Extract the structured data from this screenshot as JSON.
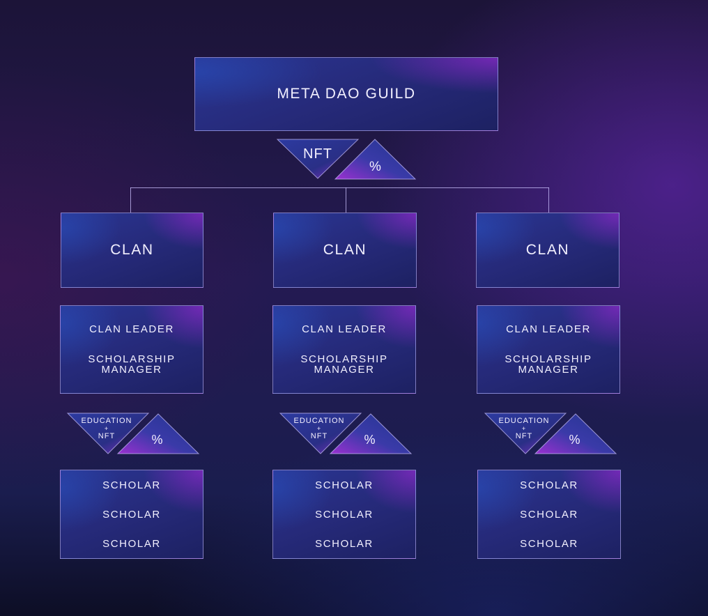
{
  "title": "META DAO GUILD",
  "top_exchange": {
    "down_label": "NFT",
    "up_label": "%"
  },
  "clans": [
    {
      "name": "CLAN",
      "roles": [
        "CLAN LEADER",
        "SCHOLARSHIP MANAGER"
      ],
      "exchange": {
        "down_label_lines": [
          "EDUCATION",
          "+",
          "NFT"
        ],
        "up_label": "%"
      },
      "scholars": [
        "SCHOLAR",
        "SCHOLAR",
        "SCHOLAR"
      ]
    },
    {
      "name": "CLAN",
      "roles": [
        "CLAN LEADER",
        "SCHOLARSHIP MANAGER"
      ],
      "exchange": {
        "down_label_lines": [
          "EDUCATION",
          "+",
          "NFT"
        ],
        "up_label": "%"
      },
      "scholars": [
        "SCHOLAR",
        "SCHOLAR",
        "SCHOLAR"
      ]
    },
    {
      "name": "CLAN",
      "roles": [
        "CLAN LEADER",
        "SCHOLARSHIP MANAGER"
      ],
      "exchange": {
        "down_label_lines": [
          "EDUCATION",
          "+",
          "NFT"
        ],
        "up_label": "%"
      },
      "scholars": [
        "SCHOLAR",
        "SCHOLAR",
        "SCHOLAR"
      ]
    }
  ]
}
